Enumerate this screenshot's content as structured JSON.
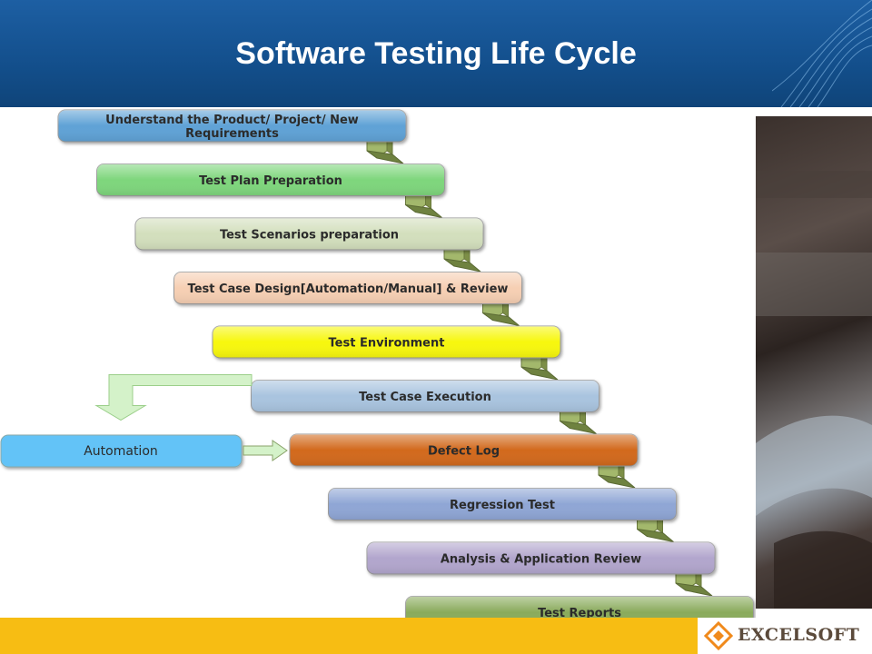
{
  "slide": {
    "title": "Software Testing Life Cycle"
  },
  "diagram": {
    "steps": [
      {
        "label_lines": [
          "Understand the Product/ Project/ New",
          "Requirements"
        ],
        "fill": "#5ea2d6"
      },
      {
        "label_lines": [
          "Test Plan Preparation"
        ],
        "fill": "#7ed67b"
      },
      {
        "label_lines": [
          "Test Scenarios preparation"
        ],
        "fill": "#d3dfbd"
      },
      {
        "label_lines": [
          "Test Case Design[Automation/Manual] & Review"
        ],
        "fill": "#f6cfb3"
      },
      {
        "label_lines": [
          "Test Environment"
        ],
        "fill": "#f7f70c"
      },
      {
        "label_lines": [
          "Test Case Execution"
        ],
        "fill": "#a9c4df"
      },
      {
        "label_lines": [
          "Defect Log"
        ],
        "fill": "#d2691e"
      },
      {
        "label_lines": [
          "Regression Test"
        ],
        "fill": "#8fa6d5"
      },
      {
        "label_lines": [
          "Analysis & Application Review"
        ],
        "fill": "#b2a6cd"
      },
      {
        "label_lines": [
          "Test Reports"
        ],
        "fill": "#8aab5b"
      }
    ],
    "side_box": {
      "label": "Automation",
      "fill": "#64c3f7"
    },
    "arrow_color": "#a3b86c",
    "side_arrow_color": "#d4f2c9"
  },
  "logo": {
    "text": "EXCELSOFT"
  }
}
